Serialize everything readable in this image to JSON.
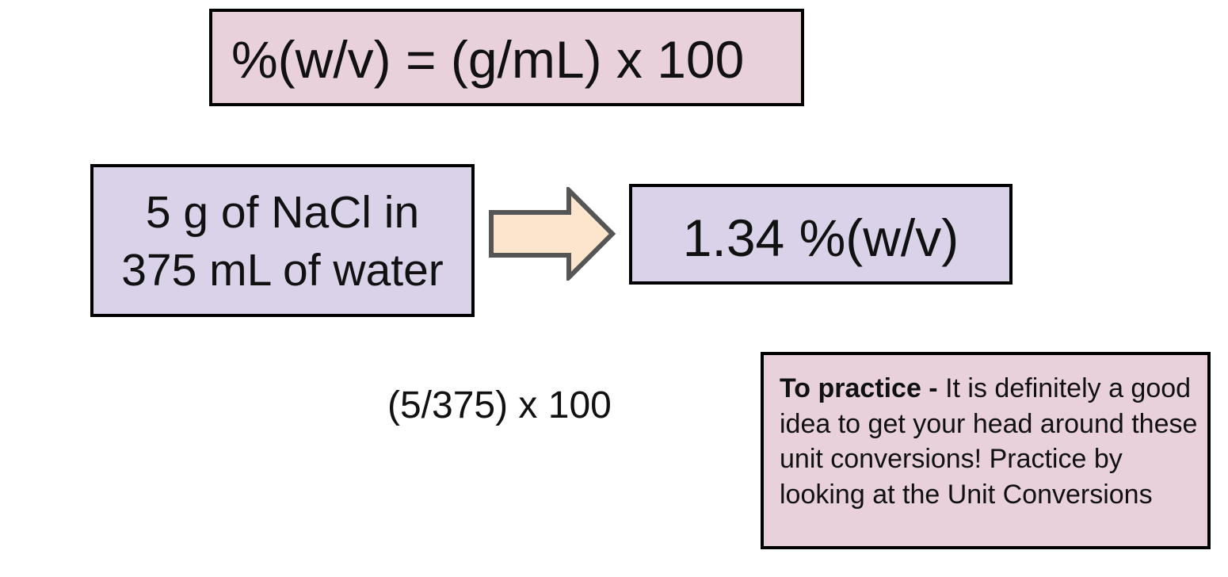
{
  "slide": {
    "formula": "%(w/v) = (g/mL) x 100",
    "given": {
      "line1": "5 g of NaCl in",
      "line2": "375 mL of water"
    },
    "result": "1.34 %(w/v)",
    "calculation": "(5/375) x 100",
    "practice": {
      "label": "To practice -",
      "text": " It is definitely a good idea to get your head around these unit conversions! Practice by looking at the Unit Conversions"
    }
  },
  "colors": {
    "formula_box": "#e9d1dc",
    "given_box": "#d9d2e8",
    "result_box": "#d9d2e8",
    "practice_box": "#e9d1dc",
    "arrow_fill": "#fde4cc",
    "arrow_stroke": "#555555",
    "border": "#000000"
  },
  "icons": {
    "arrow": "right-arrow-icon"
  }
}
